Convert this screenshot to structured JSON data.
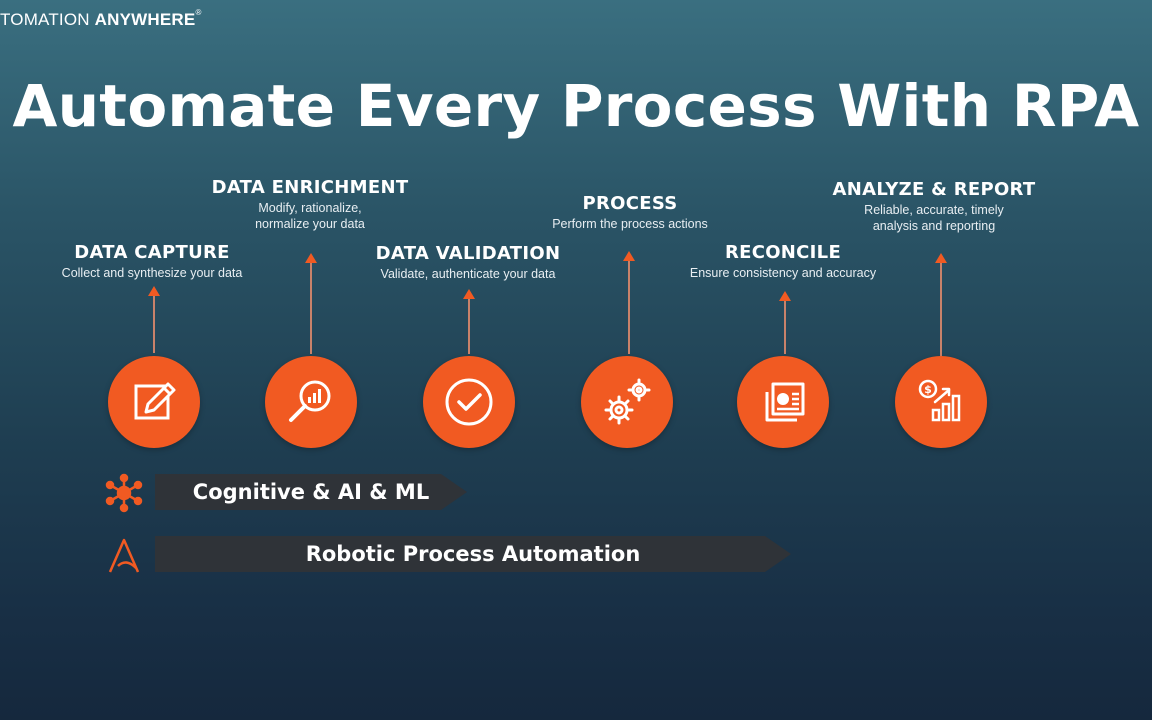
{
  "brand": {
    "part1": "TOMATION ",
    "part2": "ANYWHERE",
    "reg": "®"
  },
  "title": "Automate Every Process With RPA",
  "steps": [
    {
      "heading": "DATA CAPTURE",
      "desc": "Collect and synthesize your data",
      "icon": "edit-icon"
    },
    {
      "heading": "DATA ENRICHMENT",
      "desc": "Modify, rationalize,\nnormalize your data",
      "icon": "magnifier-chart-icon"
    },
    {
      "heading": "DATA VALIDATION",
      "desc": "Validate, authenticate your data",
      "icon": "checkmark-icon"
    },
    {
      "heading": "PROCESS",
      "desc": "Perform the process actions",
      "icon": "gears-icon"
    },
    {
      "heading": "RECONCILE",
      "desc": "Ensure consistency and accuracy",
      "icon": "report-pages-icon"
    },
    {
      "heading": "ANALYZE & REPORT",
      "desc": "Reliable, accurate, timely\nanalysis and reporting",
      "icon": "dollar-growth-chart-icon"
    }
  ],
  "bars": [
    {
      "label": "Cognitive & AI & ML",
      "icon": "network-nodes-icon"
    },
    {
      "label": "Robotic Process Automation",
      "icon": "automation-logo-icon"
    }
  ],
  "colors": {
    "accent": "#f15a22",
    "bar": "#2f3338"
  }
}
